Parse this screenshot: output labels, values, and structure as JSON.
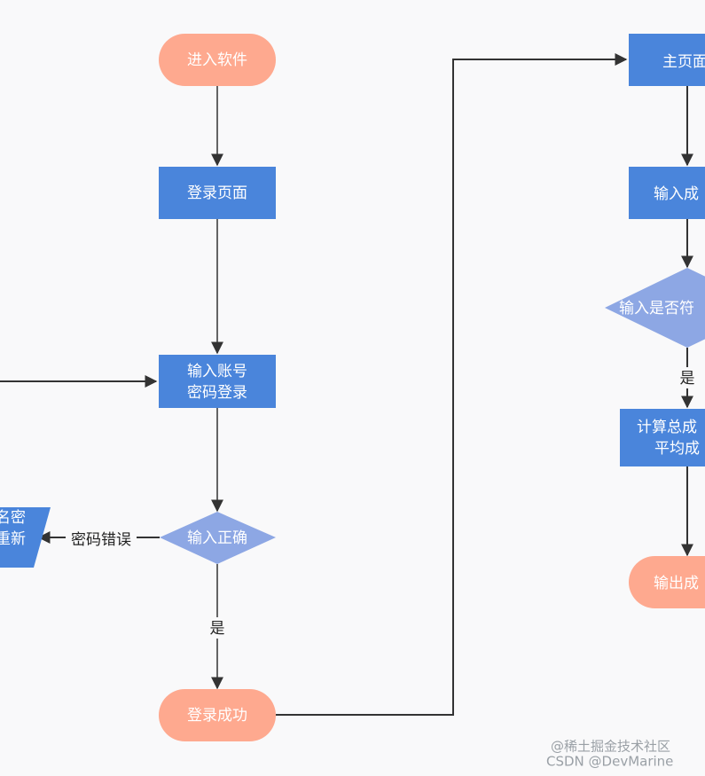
{
  "colors": {
    "terminal": "#FEA98F",
    "process": "#4A85DB",
    "decision": "#8DA7E4",
    "edge": "#333333",
    "background": "#F9F9FA"
  },
  "nodes": {
    "enter_software": "进入软件",
    "login_page": "登录页面",
    "input_account_line1": "输入账号",
    "input_account_line2": "密码登录",
    "input_correct": "输入正确",
    "login_success": "登录成功",
    "left_partial_line1": "名密",
    "left_partial_line2": "重新",
    "main_page": "主页面",
    "input_score": "输入成",
    "input_valid": "输入是否符",
    "calc_line1": "计算总成",
    "calc_line2": "平均成",
    "output_score": "输出成"
  },
  "edges": {
    "wrong_password": "密码错误",
    "yes_left": "是",
    "yes_right": "是"
  },
  "watermark": {
    "line1": "@稀土掘金技术社区",
    "line2": "CSDN @DevMarine"
  }
}
